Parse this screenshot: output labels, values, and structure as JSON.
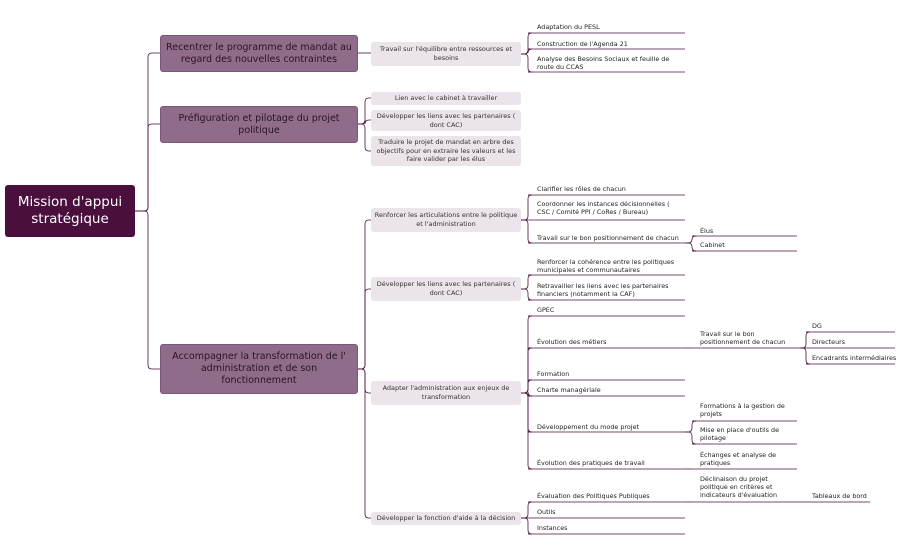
{
  "root": {
    "label": "Mission d'appui stratégique"
  },
  "branches": [
    {
      "label": "Recentrer le programme de mandat au regard des nouvelles contraintes",
      "children": [
        {
          "label": "Travail sur l'équilibre entre ressources et besoins",
          "children": [
            {
              "label": "Adaptation du PESL"
            },
            {
              "label": "Construction de l'Agenda 21"
            },
            {
              "label": "Analyse des Besoins Sociaux et feuille de route du CCAS"
            }
          ]
        }
      ]
    },
    {
      "label": "Préfiguration et pilotage du projet politique",
      "children": [
        {
          "label": "Lien avec le cabinet à travailler"
        },
        {
          "label": "Développer les liens avec les partenaires ( dont CAC)"
        },
        {
          "label": "Traduire le projet de mandat en arbre des objectifs pour en extraire les valeurs et les faire valider par les élus"
        }
      ]
    },
    {
      "label": "Accompagner la transformation de l' administration et de son fonctionnement",
      "children": [
        {
          "label": "Renforcer les articulations entre le politique et l'administration",
          "children": [
            {
              "label": "Clarifier les rôles de chacun"
            },
            {
              "label": "Coordonner les instances décisionnelles ( CSC / Comité PPI / CoRes / Bureau)"
            },
            {
              "label": "Travail sur le bon positionnement de chacun",
              "children": [
                {
                  "label": "Élus"
                },
                {
                  "label": "Cabinet"
                }
              ]
            }
          ]
        },
        {
          "label": "Développer les liens avec les partenaires ( dont CAC)",
          "children": [
            {
              "label": "Renforcer la cohérence entre les politiques municipales et communautaires"
            },
            {
              "label": "Retravailler les liens avec les partenaires financiers (notamment la CAF)"
            }
          ]
        },
        {
          "label": "Adapter l'administration aux enjeux de transformation",
          "children": [
            {
              "label": "GPEC"
            },
            {
              "label": "Évolution des métiers",
              "children": [
                {
                  "label": "Travail sur le bon positionnement de chacun",
                  "children": [
                    {
                      "label": "DG"
                    },
                    {
                      "label": "Directeurs"
                    },
                    {
                      "label": "Encadrants intermédiaires"
                    }
                  ]
                }
              ]
            },
            {
              "label": "Formation"
            },
            {
              "label": "Charte managériale"
            },
            {
              "label": "Développement du mode projet",
              "children": [
                {
                  "label": "Formations à la gestion de projets"
                },
                {
                  "label": "Mise en place d'outils de pilotage"
                }
              ]
            },
            {
              "label": "Évolution des pratiques de travail",
              "children": [
                {
                  "label": "Échanges et analyse de pratiques"
                }
              ]
            }
          ]
        },
        {
          "label": "Développer la fonction d'aide à la décision",
          "children": [
            {
              "label": "Évaluation des Politiques Publiques",
              "children": [
                {
                  "label": "Déclinaison du projet politique en critères et indicateurs d'évaluation",
                  "children": [
                    {
                      "label": "Tableaux de bord"
                    }
                  ]
                }
              ]
            },
            {
              "label": "Outils"
            },
            {
              "label": "Instances"
            }
          ]
        }
      ]
    }
  ],
  "colors": {
    "root": "#4a0f3d",
    "branch": "#8f6d8a",
    "sub": "#ebe4ea",
    "line": "#4a0f3d"
  }
}
